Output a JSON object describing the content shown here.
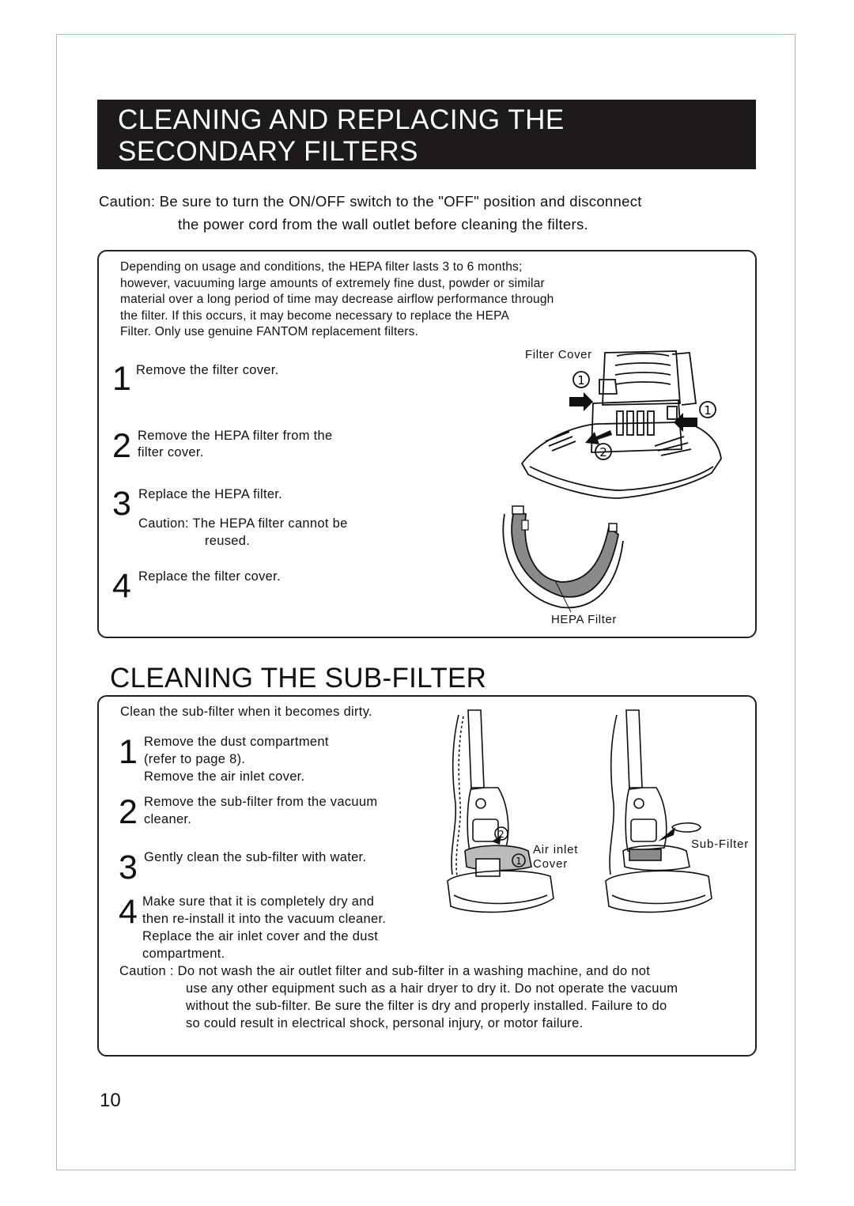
{
  "header": {
    "title_line1": "CLEANING AND REPLACING THE",
    "title_line2": "SECONDARY FILTERS"
  },
  "caution_top": {
    "line1": "Caution:  Be sure to turn the ON/OFF switch to the \"OFF\" position and disconnect",
    "line2": "the power cord from the wall outlet before cleaning the filters."
  },
  "hepa_section": {
    "intro": [
      "Depending on usage and conditions, the HEPA filter lasts 3 to 6 months;",
      "however, vacuuming large amounts of extremely fine dust, powder or similar",
      "material over a long period of time may decrease airflow performance through",
      "the filter. If this occurs, it may become necessary to replace the HEPA",
      "Filter. Only use genuine FANTOM replacement filters."
    ],
    "steps": [
      {
        "num": "1",
        "text": "Remove the filter cover."
      },
      {
        "num": "2",
        "text_l1": "Remove the HEPA  filter from the",
        "text_l2": "filter cover."
      },
      {
        "num": "3",
        "text": "Replace the HEPA filter.",
        "caution_l1": "Caution:  The HEPA  filter cannot be",
        "caution_l2": "reused."
      },
      {
        "num": "4",
        "text": "Replace the filter cover."
      }
    ],
    "labels": {
      "filter_cover": "Filter Cover",
      "hepa_filter": "HEPA Filter",
      "callout_1": "1",
      "callout_2": "2"
    }
  },
  "subfilter_section": {
    "title": "CLEANING THE SUB-FILTER",
    "intro": "Clean the sub-filter when it becomes dirty.",
    "steps": [
      {
        "num": "1",
        "l1": "Remove the dust compartment",
        "l2": "(refer to page 8).",
        "l3": "Remove the air inlet cover."
      },
      {
        "num": "2",
        "l1": "Remove the sub-filter from the vacuum",
        "l2": "cleaner."
      },
      {
        "num": "3",
        "l1": "Gently clean the sub-filter with water."
      },
      {
        "num": "4",
        "l1": "Make sure that it is completely dry and",
        "l2": "then re-install it into the vacuum cleaner.",
        "l3": "Replace the air inlet cover and the dust",
        "l4": "compartment."
      }
    ],
    "labels": {
      "air_inlet": "Air inlet",
      "cover": "Cover",
      "sub_filter": "Sub-Filter",
      "callout_1": "1",
      "callout_2": "2"
    },
    "caution": {
      "l1": "Caution : Do not wash the air outlet filter and sub-filter in a washing machine, and do not",
      "l2": "use any other equipment such as a hair dryer to dry it.  Do not operate the vacuum",
      "l3": "without the sub-filter. Be sure the filter is dry and properly installed. Failure to do",
      "l4": "so could result in electrical shock, personal injury, or motor failure."
    }
  },
  "footer": {
    "page_number": "10"
  }
}
